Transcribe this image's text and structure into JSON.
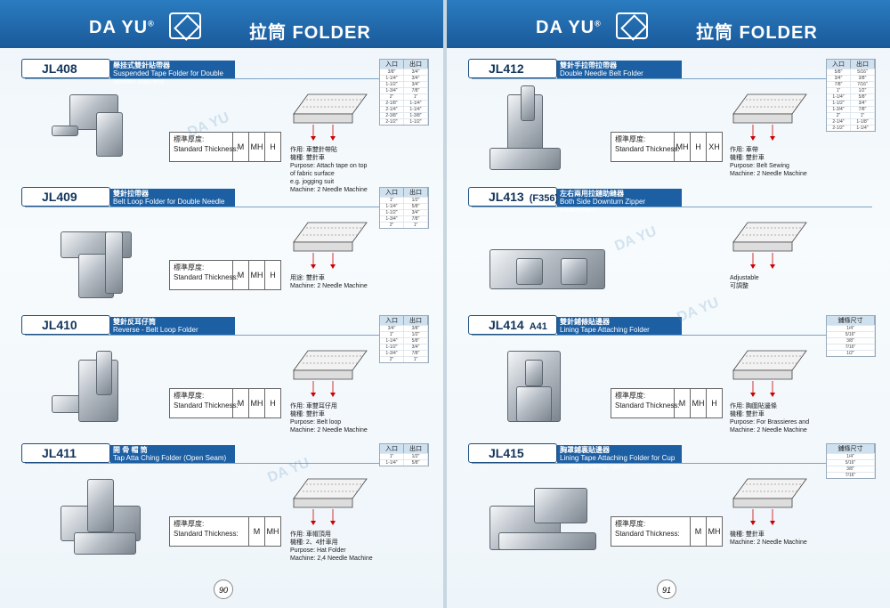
{
  "header": {
    "brand": "DA YU",
    "registered": "®",
    "category": "拉筒 FOLDER"
  },
  "thickness_label": {
    "cn": "標準厚度:",
    "en": "Standard Thickness:"
  },
  "table_header": [
    "入口",
    "出口"
  ],
  "left_page": {
    "page_number": "90",
    "sections": [
      {
        "code": "JL408",
        "title_cn": "懸挂式雙針貼帶器",
        "title_en": "Suspended Tape Folder for Double Needle Machine",
        "thickness": [
          "M",
          "MH",
          "H"
        ],
        "notes": [
          "作用: 車雙針帶貼",
          "機種: 雙針車",
          "Purpose: Attach tape on top",
          "of fabric surface",
          "e.g. jogging suit",
          "Machine: 2 Needle Machine"
        ],
        "table": [
          [
            "3/8\"",
            "3/4\""
          ],
          [
            "1-1/4\"",
            "3/4\""
          ],
          [
            "1-1/2\"",
            "3/4\""
          ],
          [
            "1-3/4\"",
            "7/8\""
          ],
          [
            "2\"",
            "1\""
          ],
          [
            "2-1/8\"",
            "1-1/4\""
          ],
          [
            "2-1/4\"",
            "1-1/4\""
          ],
          [
            "2-3/8\"",
            "1-3/8\""
          ],
          [
            "2-1/2\"",
            "1-1/2\""
          ]
        ]
      },
      {
        "code": "JL409",
        "title_cn": "雙針拉帶器",
        "title_en": "Belt Loop Folder for Double Needle",
        "thickness": [
          "M",
          "MH",
          "H"
        ],
        "notes": [
          "用途: 雙針車",
          "Machine: 2 Needle Machine"
        ],
        "table": [
          [
            "1\"",
            "1/2\""
          ],
          [
            "1-1/4\"",
            "5/8\""
          ],
          [
            "1-1/2\"",
            "3/4\""
          ],
          [
            "1-3/4\"",
            "7/8\""
          ],
          [
            "2\"",
            "1\""
          ]
        ]
      },
      {
        "code": "JL410",
        "title_cn": "雙針反耳仔筒",
        "title_en": "Reverse - Belt Loop Folder",
        "thickness": [
          "M",
          "MH",
          "H"
        ],
        "notes": [
          "作用: 車雙耳仔用",
          "機種: 雙針車",
          "Purpose: Belt loop",
          "Machine: 2 Needle Machine"
        ],
        "table": [
          [
            "3/4\"",
            "3/8\""
          ],
          [
            "1\"",
            "1/2\""
          ],
          [
            "1-1/4\"",
            "5/8\""
          ],
          [
            "1-1/2\"",
            "3/4\""
          ],
          [
            "1-3/4\"",
            "7/8\""
          ],
          [
            "2\"",
            "1\""
          ]
        ]
      },
      {
        "code": "JL411",
        "title_cn": "開 骨 帽 筒",
        "title_en": "Tap Atta Ching Folder (Open Seam)",
        "thickness": [
          "M",
          "MH"
        ],
        "notes": [
          "作用: 車帽頂用",
          "機種: 2、4針車用",
          "Purpose: Hat Folder",
          "Machine: 2,4 Needle Machine"
        ],
        "table": [
          [
            "1\"",
            "1/2\""
          ],
          [
            "1-1/4\"",
            "5/8\""
          ]
        ]
      }
    ]
  },
  "right_page": {
    "page_number": "91",
    "sections": [
      {
        "code": "JL412",
        "sub": "",
        "title_cn": "雙針手拉帶拉帶器",
        "title_en": "Double Needle Belt Folder",
        "thickness": [
          "MH",
          "H",
          "XH"
        ],
        "notes": [
          "作用: 車帶",
          "機種: 雙針車",
          "Purpose: Belt Sewing",
          "Machine: 2 Needle Machine"
        ],
        "table": [
          [
            "5/8\"",
            "5/16\""
          ],
          [
            "3/4\"",
            "3/8\""
          ],
          [
            "7/8\"",
            "7/16\""
          ],
          [
            "1\"",
            "1/2\""
          ],
          [
            "1-1/4\"",
            "5/8\""
          ],
          [
            "1-1/2\"",
            "3/4\""
          ],
          [
            "1-3/4\"",
            "7/8\""
          ],
          [
            "2\"",
            "1\""
          ],
          [
            "2-1/4\"",
            "1-1/8\""
          ],
          [
            "2-1/2\"",
            "1-1/4\""
          ]
        ]
      },
      {
        "code": "JL413",
        "sub": "(F356)",
        "title_cn": "左右兩用拉鏈助縫器",
        "title_en": "Both Side Downturn Zipper Attachment",
        "thickness": [],
        "notes": [
          "Adjustable",
          "可調整"
        ],
        "table": []
      },
      {
        "code": "JL414",
        "sub": "A41",
        "title_cn": "雙針鋪條貼邊器",
        "title_en": "Lining Tape Attaching Folder",
        "thickness": [
          "M",
          "MH",
          "H"
        ],
        "notes": [
          "作用: 胸圍貼邊條",
          "機種: 雙針車",
          "Purpose: For Brassieres and",
          "Machine: 2 Needle Machine"
        ],
        "table_header": "鋪條尺寸",
        "table": [
          [
            "1/4\""
          ],
          [
            "5/16\""
          ],
          [
            "3/8\""
          ],
          [
            "7/16\""
          ],
          [
            "1/2\""
          ]
        ]
      },
      {
        "code": "JL415",
        "sub": "",
        "title_cn": "胸罩鋪裏貼邊器",
        "title_en": "Lining Tape Attaching Folder for Cup Sewing (Swing Type)",
        "thickness": [
          "M",
          "MH"
        ],
        "notes": [
          "機種: 雙針車",
          "Machine: 2 Needle Machine"
        ],
        "table_header": "鋪條尺寸",
        "table": [
          [
            "1/4\""
          ],
          [
            "5/16\""
          ],
          [
            "3/8\""
          ],
          [
            "7/16\""
          ]
        ]
      }
    ]
  }
}
